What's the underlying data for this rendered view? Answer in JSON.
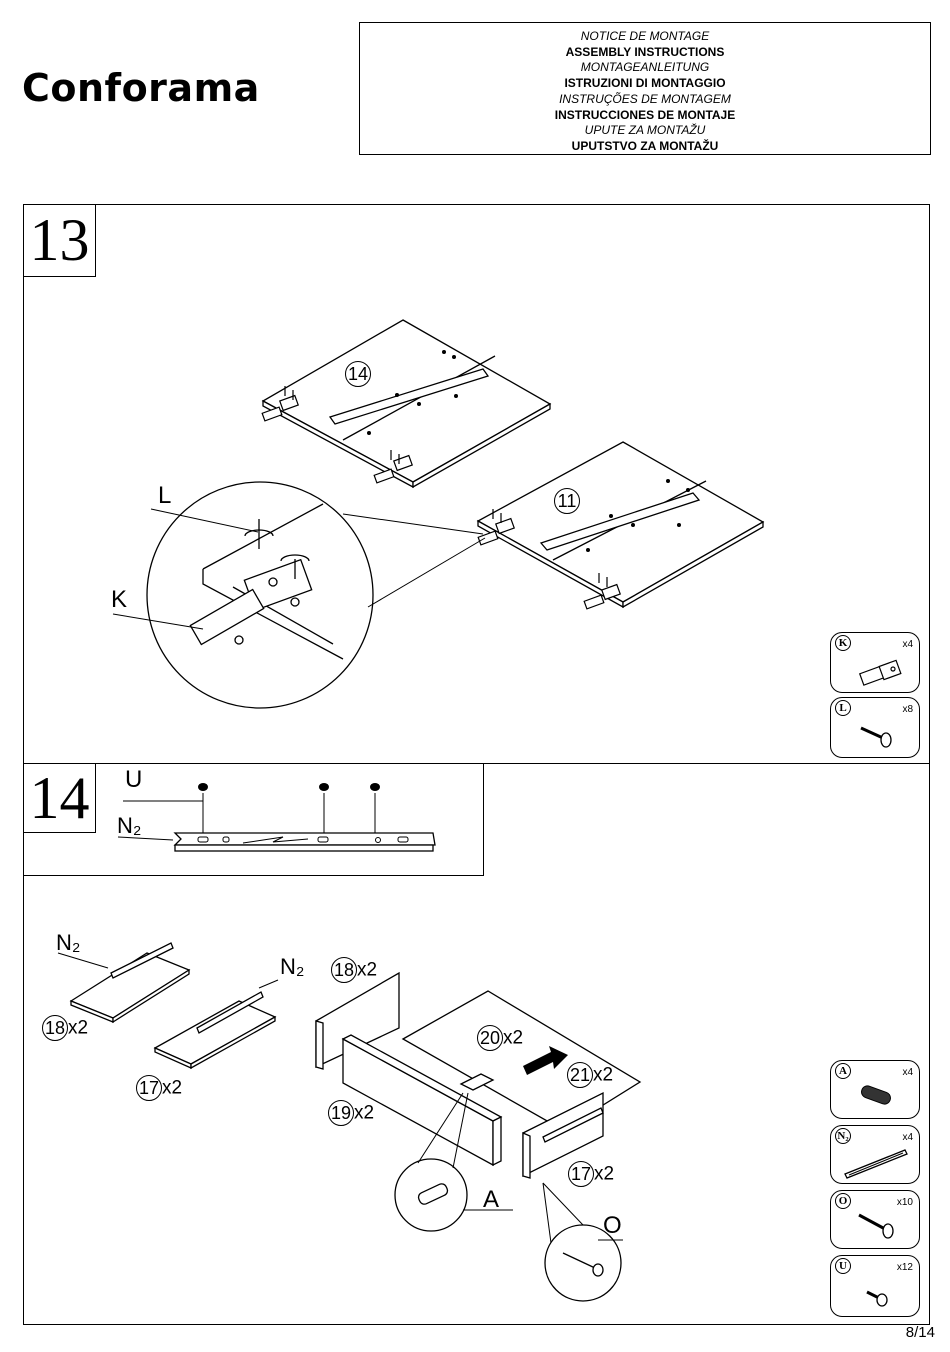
{
  "brand": "Conforama",
  "header": {
    "lines": [
      {
        "text": "NOTICE DE MONTAGE",
        "style": "italic"
      },
      {
        "text": "ASSEMBLY INSTRUCTIONS",
        "style": "bold"
      },
      {
        "text": "MONTAGEANLEITUNG",
        "style": "italic"
      },
      {
        "text": "ISTRUZIONI DI MONTAGGIO",
        "style": "bold"
      },
      {
        "text": "INSTRUÇÕES DE MONTAGEM",
        "style": "italic"
      },
      {
        "text": "INSTRUCCIONES DE MONTAJE",
        "style": "bold"
      },
      {
        "text": "UPUTE ZA MONTAŽU",
        "style": "italic"
      },
      {
        "text": "UPUTSTVO ZA MONTAŽU",
        "style": "bold"
      }
    ]
  },
  "step13": {
    "number": "13",
    "labels": {
      "L": "L",
      "K": "K"
    },
    "parts": {
      "p14": "14",
      "p11": "11"
    },
    "hardware": [
      {
        "code": "K",
        "qty": "x4",
        "icon": "hinge-icon"
      },
      {
        "code": "L",
        "qty": "x8",
        "icon": "screw-icon"
      }
    ]
  },
  "step14": {
    "number": "14",
    "labels": {
      "U": "U",
      "N2_detail": "N₂",
      "N2_a": "N₂",
      "N2_b": "N₂",
      "A": "A",
      "O": "O"
    },
    "parts": {
      "p18a": {
        "n": "18",
        "q": "x2"
      },
      "p17a": {
        "n": "17",
        "q": "x2"
      },
      "p18b": {
        "n": "18",
        "q": "x2"
      },
      "p20": {
        "n": "20",
        "q": "x2"
      },
      "p21": {
        "n": "21",
        "q": "x2"
      },
      "p19": {
        "n": "19",
        "q": "x2"
      },
      "p17b": {
        "n": "17",
        "q": "x2"
      }
    },
    "hardware": [
      {
        "code": "A",
        "qty": "x4",
        "icon": "dowel-icon"
      },
      {
        "code": "N₂",
        "qty": "x4",
        "icon": "drawer-rail-icon"
      },
      {
        "code": "O",
        "qty": "x10",
        "icon": "screw-icon"
      },
      {
        "code": "U",
        "qty": "x12",
        "icon": "short-screw-icon"
      }
    ]
  },
  "page": "8/14"
}
